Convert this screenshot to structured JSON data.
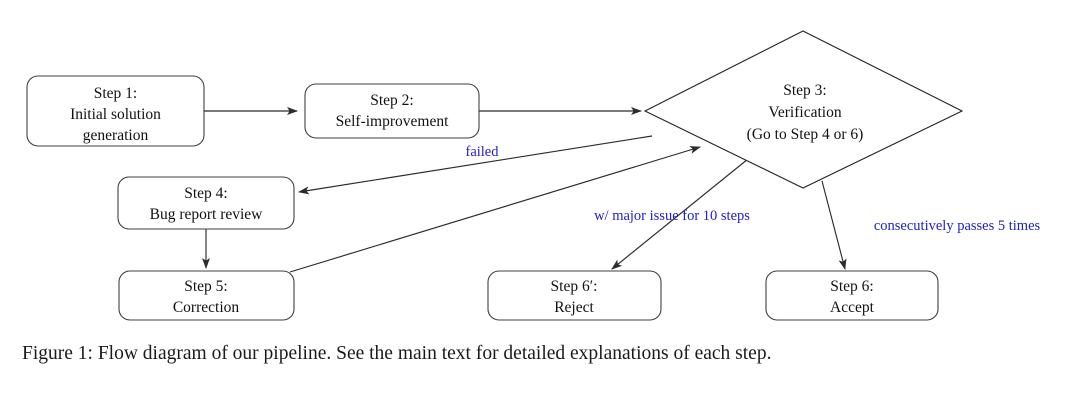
{
  "figure": {
    "caption": "Figure 1: Flow diagram of our pipeline. See the main text for detailed explanations of each step."
  },
  "diagram": {
    "type": "flowchart",
    "accent_color": "#2020cc",
    "line_color": "#2b2b2b",
    "node_border_color": "#3f3f3f",
    "background": "#ffffff",
    "nodes": [
      {
        "id": "step1",
        "shape": "rounded-rect",
        "line1": "Step 1:",
        "line2": "Initial solution",
        "line3": "generation"
      },
      {
        "id": "step2",
        "shape": "rounded-rect",
        "line1": "Step 2:",
        "line2": "Self-improvement"
      },
      {
        "id": "step3",
        "shape": "diamond",
        "line1": "Step 3:",
        "line2": "Verification",
        "line3": "(Go to Step 4 or 6)"
      },
      {
        "id": "step4",
        "shape": "rounded-rect",
        "line1": "Step 4:",
        "line2": "Bug report review"
      },
      {
        "id": "step5",
        "shape": "rounded-rect",
        "line1": "Step 5:",
        "line2": "Correction"
      },
      {
        "id": "step6prime",
        "shape": "rounded-rect",
        "line1": "Step 6′:",
        "line2": "Reject"
      },
      {
        "id": "step6",
        "shape": "rounded-rect",
        "line1": "Step 6:",
        "line2": "Accept"
      }
    ],
    "edges": [
      {
        "id": "e1",
        "from": "step1",
        "to": "step2",
        "label": ""
      },
      {
        "id": "e2",
        "from": "step2",
        "to": "step3",
        "label": ""
      },
      {
        "id": "e3",
        "from": "step3",
        "to": "step4",
        "label": "failed"
      },
      {
        "id": "e4",
        "from": "step4",
        "to": "step5",
        "label": ""
      },
      {
        "id": "e5",
        "from": "step5",
        "to": "step3",
        "label": ""
      },
      {
        "id": "e6",
        "from": "step3",
        "to": "step6prime",
        "label": "w/ major issue for 10 steps"
      },
      {
        "id": "e7",
        "from": "step3",
        "to": "step6",
        "label": "consecutively passes 5 times"
      }
    ]
  }
}
